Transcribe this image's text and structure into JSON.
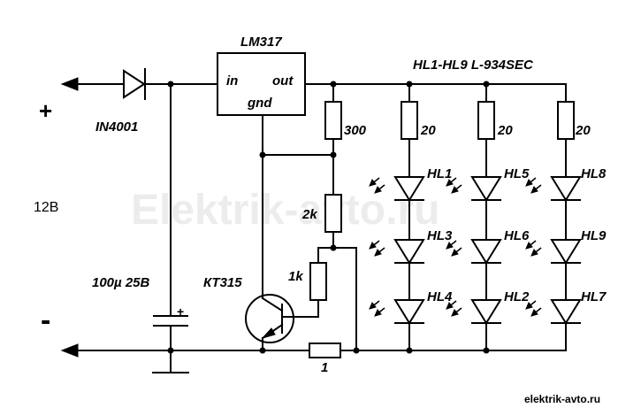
{
  "labels": {
    "regulator": "LM317",
    "reg_in": "in",
    "reg_out": "out",
    "reg_gnd": "gnd",
    "led_series": "HL1-HL9 L-934SEC",
    "plus": "+",
    "minus": "-",
    "diode": "IN4001",
    "voltage": "12В",
    "capacitor": "100µ 25B",
    "transistor": "КТ315",
    "r300": "300",
    "r2k": "2k",
    "r1k": "1k",
    "r20a": "20",
    "r20b": "20",
    "r20c": "20",
    "shunt": "1",
    "cap_plus": "+",
    "hl1": "HL1",
    "hl3": "HL3",
    "hl4": "HL4",
    "hl5": "HL5",
    "hl6": "HL6",
    "hl2": "HL2",
    "hl8": "HL8",
    "hl9": "HL9",
    "hl7": "HL7"
  },
  "watermark": "Elektrik-avto.ru",
  "credit": "elektrik-avto.ru"
}
